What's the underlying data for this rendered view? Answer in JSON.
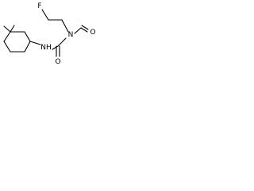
{
  "molecule": {
    "atoms": {
      "fluorine": "F",
      "nitroso_nitrogen": "N",
      "nitroso_oxygen": "O",
      "carbonyl_oxygen": "O",
      "amide_nitrogen": "NH"
    }
  }
}
